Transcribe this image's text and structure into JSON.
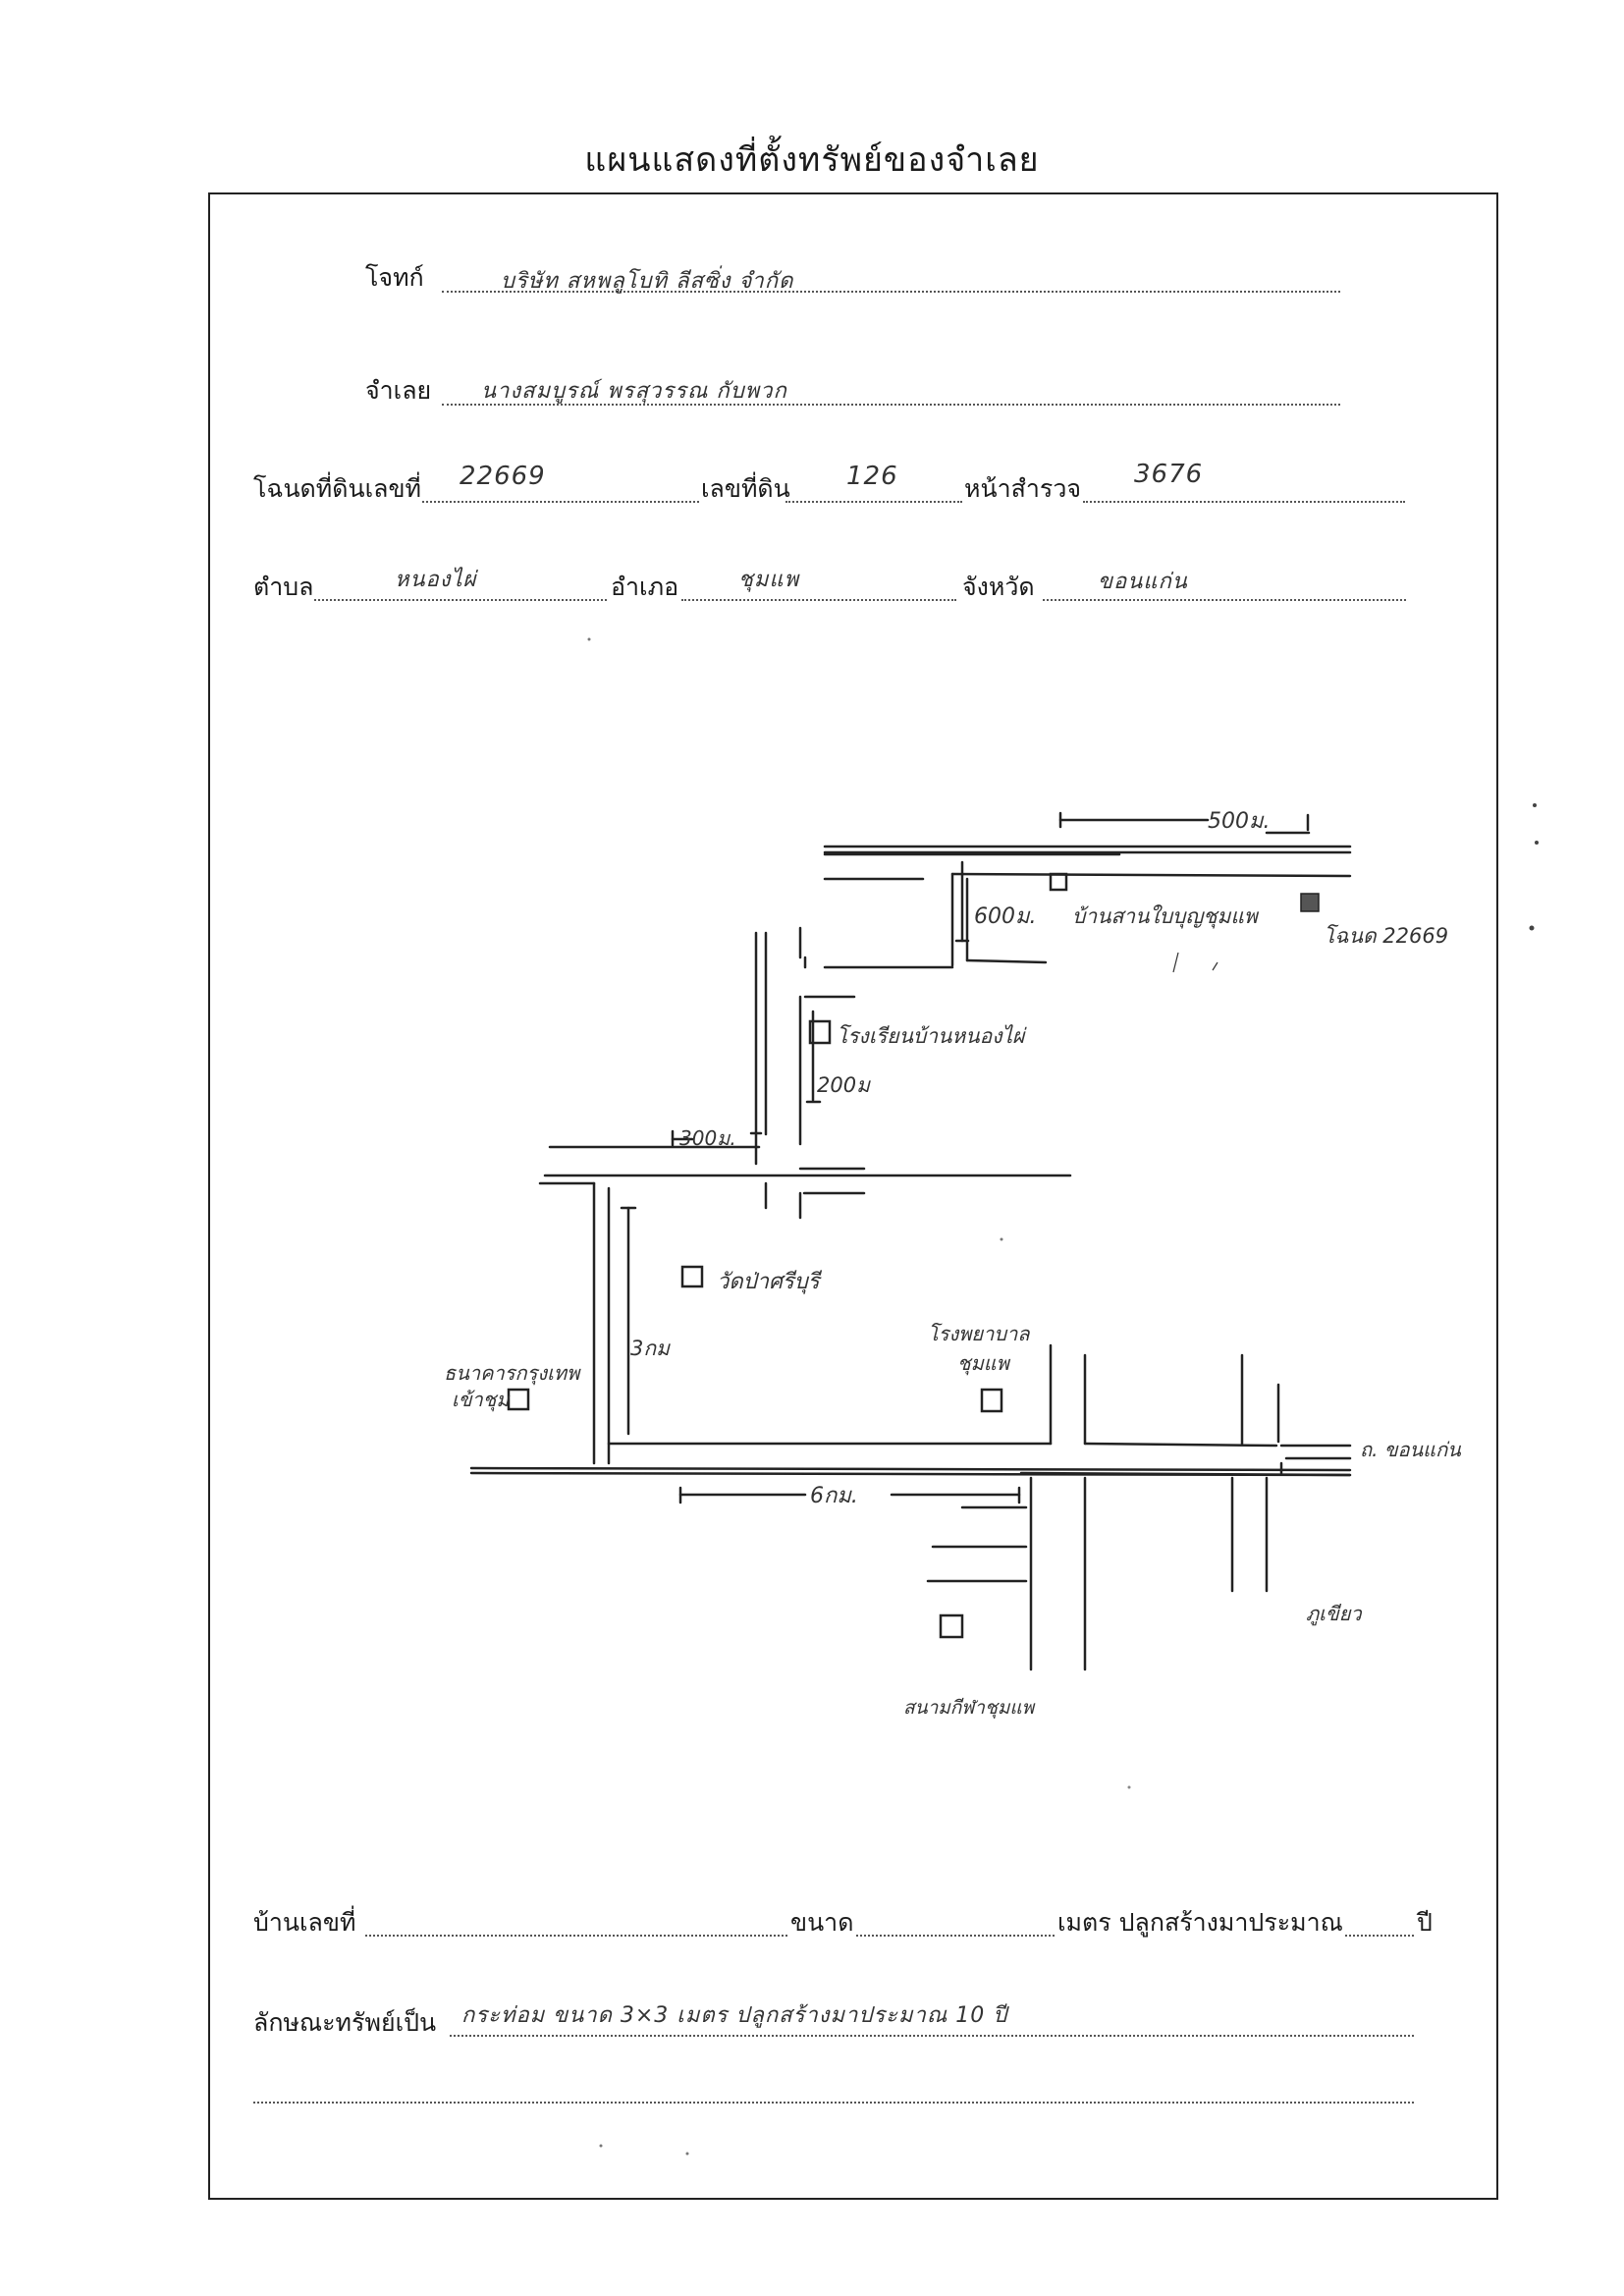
{
  "title": "แผนแสดงที่ตั้งทรัพย์ของจำเลย",
  "header": {
    "plaintiff_label": "โจทก์",
    "plaintiff_value": "บริษัท สหพลูโบทิ ลีสซิ่ง จำกัด",
    "defendant_label": "จำเลย",
    "defendant_value": "นางสมบูรณ์ พรสุวรรณ กับพวก",
    "deed_label": "โฉนดที่ดินเลขที่",
    "deed_value": "22669",
    "land_no_label": "เลขที่ดิน",
    "land_no_value": "126",
    "survey_label": "หน้าสำรวจ",
    "survey_value": "3676",
    "subdistrict_label": "ตำบล",
    "subdistrict_value": "หนองไผ่",
    "district_label": "อำเภอ",
    "district_value": "ชุมแพ",
    "province_label": "จังหวัด",
    "province_value": "ขอนแก่น"
  },
  "map": {
    "dist_500": "500ม.",
    "dist_600": "600ม.",
    "dist_200": "200ม",
    "dist_300": "300ม.",
    "dist_3km": "3กม",
    "dist_6km": "6กม.",
    "plot": "โฉนด 22669",
    "village_office": "บ้านสานใบบุญชุมแพ",
    "school": "โรงเรียนบ้านหนองไผ่",
    "temple": "วัดป่าศรีบุรี",
    "hospital_1": "โรงพยาบาล",
    "hospital_2": "ชุมแพ",
    "bank_1": "ธนาคารกรุงเทพ",
    "bank_2": "เข้าชุม",
    "road_khonkaen": "ถ. ขอนแก่น",
    "to_phukhieo": "ภูเขียว",
    "park": "สนามกีฬาชุมแพ"
  },
  "footer": {
    "house_no_label": "บ้านเลขที่",
    "size_label": "ขนาด",
    "meter_label": "เมตร ปลูกสร้างมาประมาณ",
    "year_label": "ปี",
    "property_label": "ลักษณะทรัพย์เป็น",
    "property_value": "กระท่อม ขนาด 3×3 เมตร ปลูกสร้างมาประมาณ 10 ปี"
  }
}
